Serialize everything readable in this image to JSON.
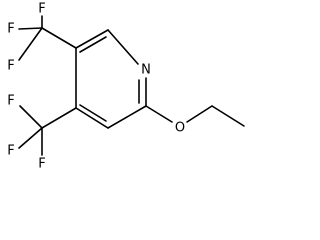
{
  "structure": {
    "atoms": {
      "fluorine": "F",
      "nitrogen": "N",
      "oxygen": "O"
    },
    "colors": {
      "bond": "#000000",
      "label": "#000000",
      "background": "#ffffff"
    }
  }
}
